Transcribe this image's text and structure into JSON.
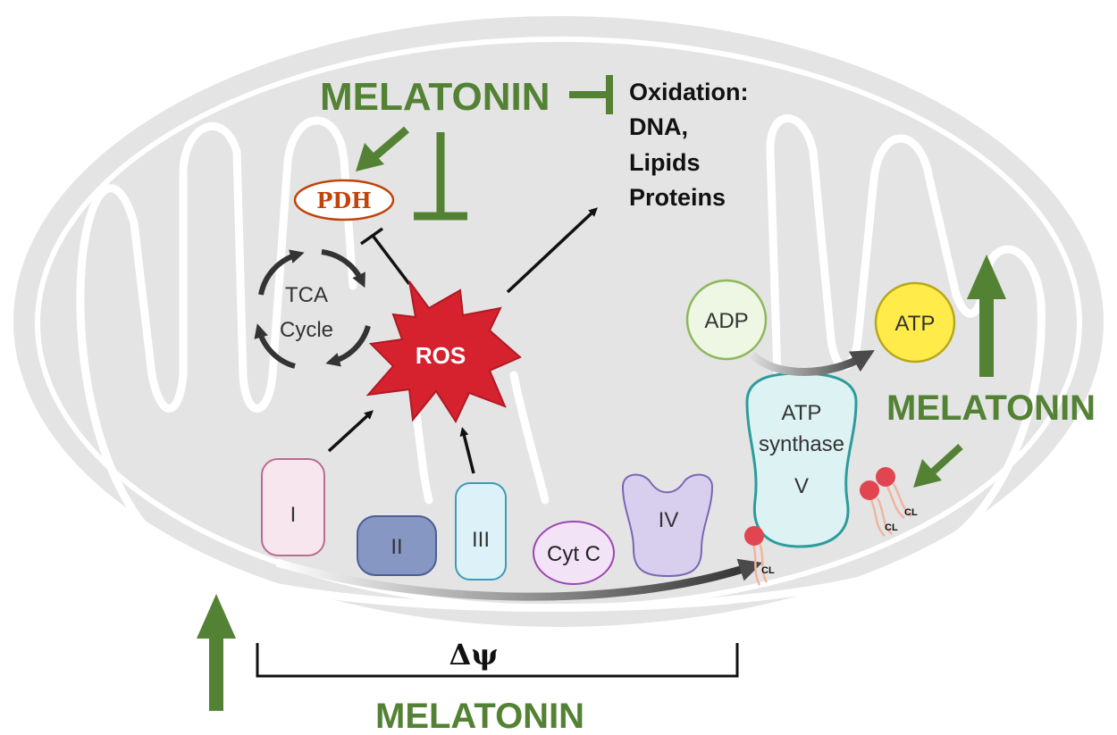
{
  "melatonin_top": "MELATONIN",
  "melatonin_right": "MELATONIN",
  "melatonin_bottom": "MELATONIN",
  "oxidation": {
    "line1": "Oxidation:",
    "line2": "DNA,",
    "line3": "Lipids",
    "line4": "Proteins"
  },
  "pdh": "PDH",
  "tca": {
    "line1": "TCA",
    "line2": "Cycle"
  },
  "ros": "ROS",
  "adp": "ADP",
  "atp": "ATP",
  "atp_synthase": {
    "line1": "ATP",
    "line2": "synthase",
    "line3": "V"
  },
  "complexes": {
    "c1": "I",
    "c2": "II",
    "c3": "III",
    "c4": "IV",
    "cytc": "Cyt C"
  },
  "cardiolipin": "CL",
  "delta_psi": "Δψ",
  "colors": {
    "melatonin_green": "#548235",
    "membrane_gray": "#e4e4e4",
    "ros_red": "#d6212e",
    "pdh_orange": "#c0440b"
  }
}
